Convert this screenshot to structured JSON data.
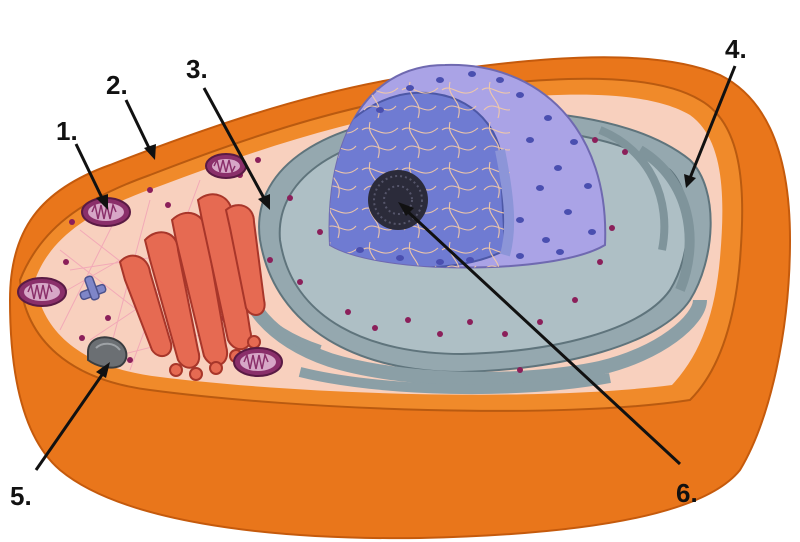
{
  "labels": {
    "l1": "1.",
    "l2": "2.",
    "l3": "3.",
    "l4": "4.",
    "l5": "5.",
    "l6": "6."
  },
  "colors": {
    "membrane_orange": "#ef7d1a",
    "cytoplasm_pink": "#f9d2c0",
    "nucleus_purple": "#a9a3e6",
    "er_gray": "#8fa3ab",
    "golgi_red": "#e2604a",
    "mitochondria_purple": "#8a2f6a",
    "nucleolus_dark": "#2a2a3a"
  }
}
